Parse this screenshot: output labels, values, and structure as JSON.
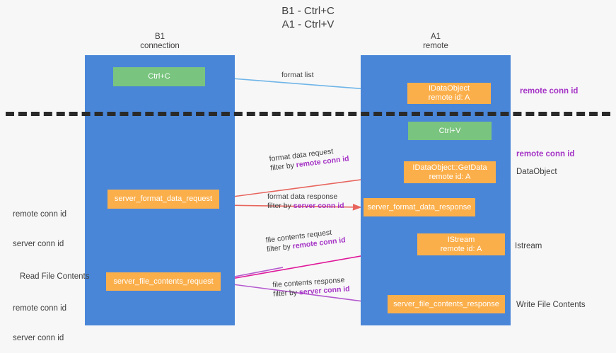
{
  "title": "B1 - Ctrl+C\nA1 - Ctrl+V",
  "columns": {
    "left": "B1\nconnection",
    "right": "A1\nremote"
  },
  "nodes": {
    "ctrl_c": "Ctrl+C",
    "idataobject": {
      "name": "IDataObject",
      "sub": "remote id: A"
    },
    "ctrl_v": "Ctrl+V",
    "getdata": {
      "name": "IDataObject::GetData",
      "sub": "remote id: A"
    },
    "server_format_data_request": "server_format_data_request",
    "server_format_data_response": "server_format_data_response",
    "istream": {
      "name": "IStream",
      "sub": "remote id: A"
    },
    "server_file_contents_request": "server_file_contents_request",
    "server_file_contents_response": "server_file_contents_response"
  },
  "edges": {
    "format_list": "format list",
    "format_data_request": "format data request",
    "format_data_request_filter_prefix": "filter by ",
    "format_data_request_filter_key": "remote conn id",
    "format_data_response": "format data response",
    "format_data_response_filter_prefix": "filter by ",
    "format_data_response_filter_key": "server conn id",
    "file_contents_request": "file contents request",
    "file_contents_request_filter_prefix": "filter by ",
    "file_contents_request_filter_key": "remote conn id",
    "file_contents_response": "file contents response",
    "file_contents_response_filter_prefix": "filter by ",
    "file_contents_response_filter_key": "server conn id"
  },
  "side_labels": {
    "remote_conn_id_top": "remote conn id",
    "remote_conn_id_mid": "remote conn id",
    "dataobject": "DataObject",
    "istream": "Istream",
    "write_file_contents": "Write File Contents",
    "read_file_contents": "Read File Contents",
    "left_remote_conn_id_mid": "remote conn id",
    "left_server_conn_id_mid": "server conn id",
    "left_remote_conn_id_bottom": "remote conn id",
    "left_server_conn_id_bottom": "server conn id"
  },
  "colors": {
    "lane": "#4a86d8",
    "green_node": "#79c47e",
    "orange_node": "#fbaf4b",
    "purple_accent": "#a534c6",
    "green_accent": "#63bb6a",
    "arrow_light_blue": "#6fb5e8",
    "arrow_red": "#e8655e",
    "arrow_magenta": "#e0189a",
    "arrow_purple": "#b458cf",
    "arrow_black": "#1f1f1f",
    "divider": "#2a2a2a",
    "background": "#f7f7f7"
  }
}
